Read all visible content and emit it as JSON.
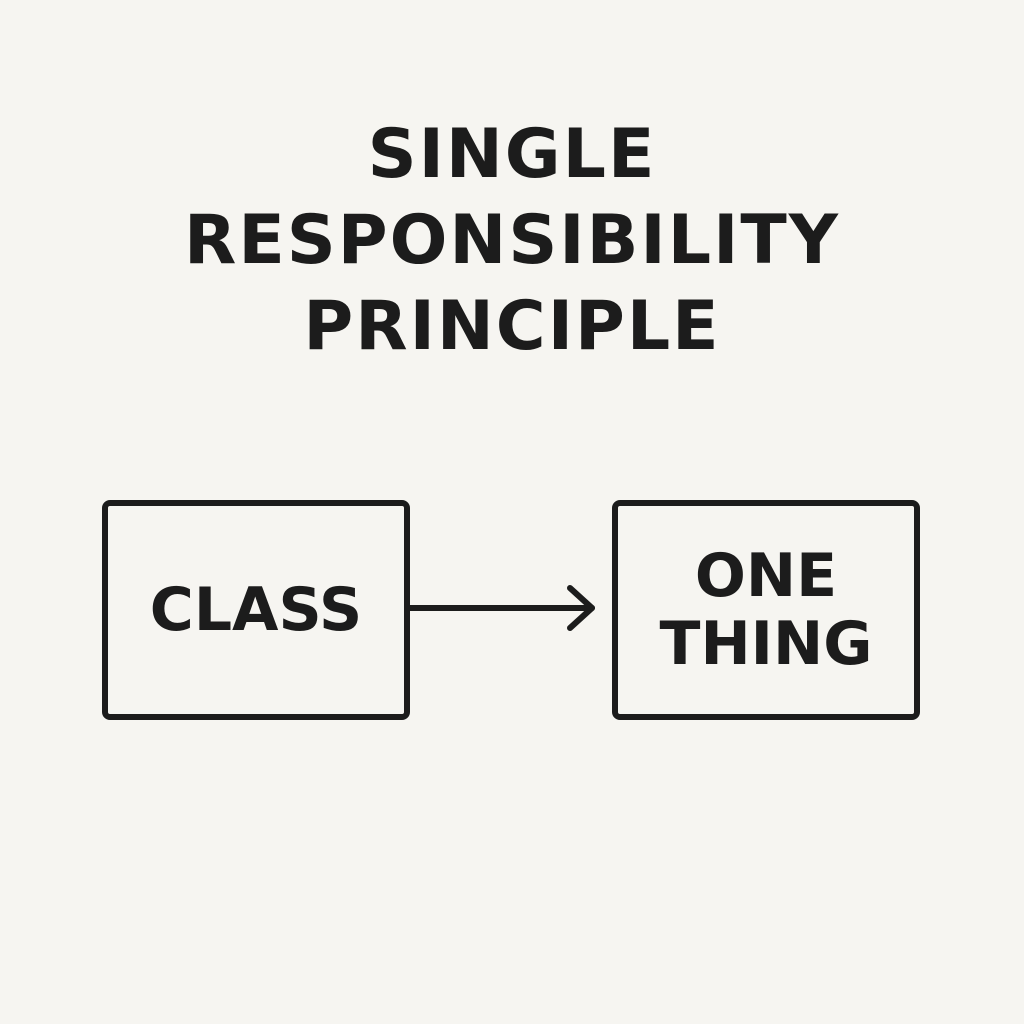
{
  "title": {
    "line1": "SINGLE",
    "line2": "RESPONSIBILITY",
    "line3": "PRINCIPLE"
  },
  "diagram": {
    "source_label": "CLASS",
    "target_label_line1": "ONE",
    "target_label_line2": "THING"
  },
  "colors": {
    "background": "#f6f5f1",
    "ink": "#1c1c1c"
  }
}
